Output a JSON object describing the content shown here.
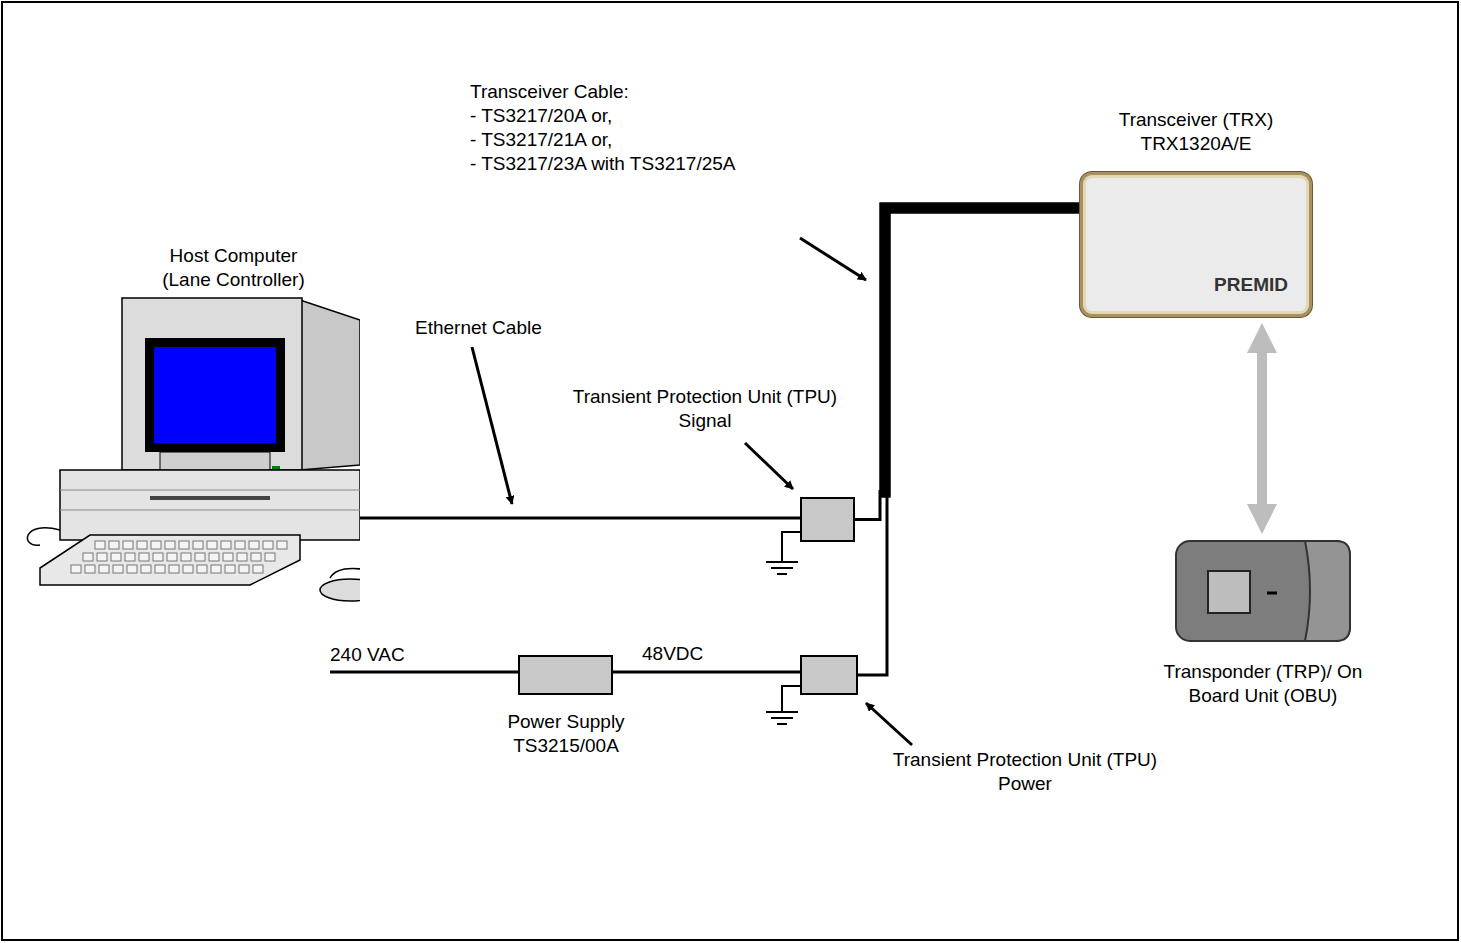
{
  "diagram": {
    "nodes": [
      {
        "text": [
          "Host Computer (Lane Controller)"
        ]
      },
      {
        "text": [
          "Transient Protection Unit (TPU) Signal"
        ]
      },
      {
        "text": [
          "Power Supply TS3215/00A"
        ]
      },
      {
        "text": [
          "Transient Protection Unit (TPU) Power"
        ]
      },
      {
        "text": [
          "Transceiver (TRX) TRX1320A/E",
          "PREMID"
        ]
      },
      {
        "text": [
          "Transponder (TRP)/ On Board Unit (OBU)"
        ]
      }
    ],
    "edges": [
      {
        "from": 0,
        "to": 1,
        "label": "Ethernet Cable",
        "arrow": "none"
      },
      {
        "from": 1,
        "to": 4,
        "arrow": "none"
      },
      {
        "from": 3,
        "to": 4,
        "arrow": "none"
      },
      {
        "from": 2,
        "to": 3,
        "label": "48VDC",
        "arrow": "none"
      },
      {
        "from": 4,
        "to": 5,
        "arrow": "both"
      }
    ],
    "labels": [
      "Transceiver Cable:",
      "- TS3217/20A or,",
      "- TS3217/21A or,",
      "- TS3217/23A with TS3217/25A",
      "240 VAC"
    ]
  }
}
